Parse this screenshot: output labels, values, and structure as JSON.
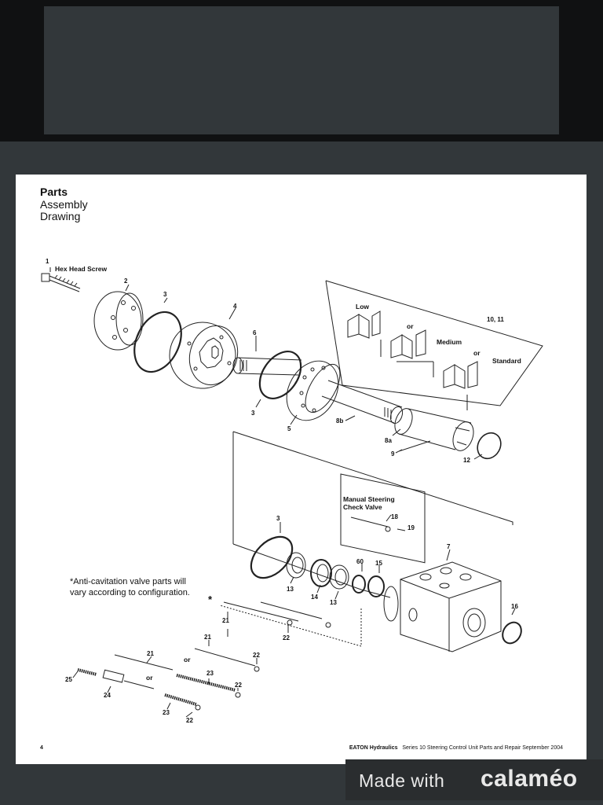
{
  "viewer": {
    "badge_made": "Made with",
    "badge_brand": "calaméo"
  },
  "page": {
    "title": "Parts",
    "subtitle_line1": "Assembly",
    "subtitle_line2": "Drawing",
    "note_line1": "*Anti-cavitation valve parts will",
    "note_line2": "vary according to configuration.",
    "footer_page_number": "4",
    "footer_company": "EATON Hydraulics",
    "footer_publication": "Series 10 Steering Control Unit Parts and Repair  September 2004"
  },
  "diagram": {
    "labels": {
      "hex_head_screw": "Hex Head Screw",
      "low": "Low",
      "medium": "Medium",
      "standard": "Standard",
      "or": "or",
      "manual_check_line1": "Manual Steering",
      "manual_check_line2": "Check Valve",
      "asterisk": "*"
    },
    "callouts": [
      "1",
      "2",
      "3",
      "4",
      "6",
      "10, 11",
      "3",
      "5",
      "8b",
      "8a",
      "9",
      "12",
      "3",
      "18",
      "19",
      "7",
      "60",
      "15",
      "13",
      "14",
      "13",
      "16",
      "21",
      "22",
      "21",
      "21",
      "22",
      "25",
      "24",
      "23",
      "22",
      "23",
      "22"
    ]
  }
}
